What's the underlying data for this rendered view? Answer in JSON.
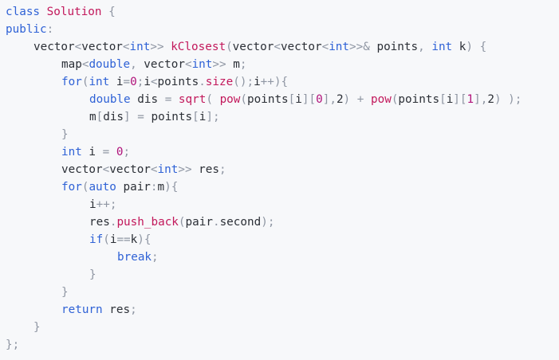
{
  "editor": {
    "background": "#f7f8fa",
    "colors": {
      "plain": "#2b2f36",
      "keyword": "#2f62d6",
      "type": "#a626a4",
      "function": "#c2185b",
      "number": "#b0127a",
      "punctuation": "#8f96a3"
    },
    "lines": [
      {
        "indent": 0,
        "tokens": [
          [
            "kw",
            "class"
          ],
          [
            "plain",
            " "
          ],
          [
            "fn",
            "Solution"
          ],
          [
            "plain",
            " "
          ],
          [
            "punc",
            "{"
          ]
        ]
      },
      {
        "indent": 0,
        "tokens": [
          [
            "kw",
            "public"
          ],
          [
            "punc",
            ":"
          ]
        ]
      },
      {
        "indent": 1,
        "tokens": [
          [
            "plain",
            "vector"
          ],
          [
            "punc",
            "<"
          ],
          [
            "plain",
            "vector"
          ],
          [
            "punc",
            "<"
          ],
          [
            "kw",
            "int"
          ],
          [
            "punc",
            ">>"
          ],
          [
            "plain",
            " "
          ],
          [
            "fn",
            "kClosest"
          ],
          [
            "punc",
            "("
          ],
          [
            "plain",
            "vector"
          ],
          [
            "punc",
            "<"
          ],
          [
            "plain",
            "vector"
          ],
          [
            "punc",
            "<"
          ],
          [
            "kw",
            "int"
          ],
          [
            "punc",
            ">>&"
          ],
          [
            "plain",
            " points"
          ],
          [
            "punc",
            ","
          ],
          [
            "plain",
            " "
          ],
          [
            "kw",
            "int"
          ],
          [
            "plain",
            " k"
          ],
          [
            "punc",
            ")"
          ],
          [
            "plain",
            " "
          ],
          [
            "punc",
            "{"
          ]
        ]
      },
      {
        "indent": 2,
        "tokens": [
          [
            "plain",
            "map"
          ],
          [
            "punc",
            "<"
          ],
          [
            "kw",
            "double"
          ],
          [
            "punc",
            ","
          ],
          [
            "plain",
            " vector"
          ],
          [
            "punc",
            "<"
          ],
          [
            "kw",
            "int"
          ],
          [
            "punc",
            ">>"
          ],
          [
            "plain",
            " m"
          ],
          [
            "punc",
            ";"
          ]
        ]
      },
      {
        "indent": 2,
        "tokens": [
          [
            "kw",
            "for"
          ],
          [
            "punc",
            "("
          ],
          [
            "kw",
            "int"
          ],
          [
            "plain",
            " i"
          ],
          [
            "punc",
            "="
          ],
          [
            "num",
            "0"
          ],
          [
            "punc",
            ";"
          ],
          [
            "plain",
            "i"
          ],
          [
            "punc",
            "<"
          ],
          [
            "plain",
            "points"
          ],
          [
            "punc",
            "."
          ],
          [
            "fn",
            "size"
          ],
          [
            "punc",
            "();"
          ],
          [
            "plain",
            "i"
          ],
          [
            "punc",
            "++){"
          ]
        ]
      },
      {
        "indent": 3,
        "tokens": [
          [
            "kw",
            "double"
          ],
          [
            "plain",
            " dis "
          ],
          [
            "punc",
            "="
          ],
          [
            "plain",
            " "
          ],
          [
            "fn",
            "sqrt"
          ],
          [
            "punc",
            "("
          ],
          [
            "plain",
            " "
          ],
          [
            "fn",
            "pow"
          ],
          [
            "punc",
            "("
          ],
          [
            "plain",
            "points"
          ],
          [
            "punc",
            "["
          ],
          [
            "plain",
            "i"
          ],
          [
            "punc",
            "]["
          ],
          [
            "num",
            "0"
          ],
          [
            "punc",
            "],"
          ],
          [
            "plain",
            "2"
          ],
          [
            "punc",
            ")"
          ],
          [
            "plain",
            " "
          ],
          [
            "punc",
            "+"
          ],
          [
            "plain",
            " "
          ],
          [
            "fn",
            "pow"
          ],
          [
            "punc",
            "("
          ],
          [
            "plain",
            "points"
          ],
          [
            "punc",
            "["
          ],
          [
            "plain",
            "i"
          ],
          [
            "punc",
            "]["
          ],
          [
            "num",
            "1"
          ],
          [
            "punc",
            "],"
          ],
          [
            "plain",
            "2"
          ],
          [
            "punc",
            ")"
          ],
          [
            "plain",
            " "
          ],
          [
            "punc",
            ");"
          ]
        ]
      },
      {
        "indent": 3,
        "tokens": [
          [
            "plain",
            "m"
          ],
          [
            "punc",
            "["
          ],
          [
            "plain",
            "dis"
          ],
          [
            "punc",
            "]"
          ],
          [
            "plain",
            " "
          ],
          [
            "punc",
            "="
          ],
          [
            "plain",
            " points"
          ],
          [
            "punc",
            "["
          ],
          [
            "plain",
            "i"
          ],
          [
            "punc",
            "];"
          ]
        ]
      },
      {
        "indent": 2,
        "tokens": [
          [
            "punc",
            "}"
          ]
        ]
      },
      {
        "indent": 2,
        "tokens": [
          [
            "kw",
            "int"
          ],
          [
            "plain",
            " i "
          ],
          [
            "punc",
            "="
          ],
          [
            "plain",
            " "
          ],
          [
            "num",
            "0"
          ],
          [
            "punc",
            ";"
          ]
        ]
      },
      {
        "indent": 2,
        "tokens": [
          [
            "plain",
            "vector"
          ],
          [
            "punc",
            "<"
          ],
          [
            "plain",
            "vector"
          ],
          [
            "punc",
            "<"
          ],
          [
            "kw",
            "int"
          ],
          [
            "punc",
            ">>"
          ],
          [
            "plain",
            " res"
          ],
          [
            "punc",
            ";"
          ]
        ]
      },
      {
        "indent": 2,
        "tokens": [
          [
            "kw",
            "for"
          ],
          [
            "punc",
            "("
          ],
          [
            "kw",
            "auto"
          ],
          [
            "plain",
            " pair"
          ],
          [
            "punc",
            ":"
          ],
          [
            "plain",
            "m"
          ],
          [
            "punc",
            "){"
          ]
        ]
      },
      {
        "indent": 3,
        "tokens": [
          [
            "plain",
            "i"
          ],
          [
            "punc",
            "++;"
          ]
        ]
      },
      {
        "indent": 3,
        "tokens": [
          [
            "plain",
            "res"
          ],
          [
            "punc",
            "."
          ],
          [
            "fn",
            "push_back"
          ],
          [
            "punc",
            "("
          ],
          [
            "plain",
            "pair"
          ],
          [
            "punc",
            "."
          ],
          [
            "plain",
            "second"
          ],
          [
            "punc",
            ");"
          ]
        ]
      },
      {
        "indent": 3,
        "tokens": [
          [
            "kw",
            "if"
          ],
          [
            "punc",
            "("
          ],
          [
            "plain",
            "i"
          ],
          [
            "punc",
            "=="
          ],
          [
            "plain",
            "k"
          ],
          [
            "punc",
            "){"
          ]
        ]
      },
      {
        "indent": 4,
        "tokens": [
          [
            "kw",
            "break"
          ],
          [
            "punc",
            ";"
          ]
        ]
      },
      {
        "indent": 3,
        "tokens": [
          [
            "punc",
            "}"
          ]
        ]
      },
      {
        "indent": 2,
        "tokens": [
          [
            "punc",
            "}"
          ]
        ]
      },
      {
        "indent": 2,
        "tokens": [
          [
            "kw",
            "return"
          ],
          [
            "plain",
            " res"
          ],
          [
            "punc",
            ";"
          ]
        ]
      },
      {
        "indent": 1,
        "tokens": [
          [
            "punc",
            "}"
          ]
        ]
      },
      {
        "indent": 0,
        "tokens": [
          [
            "punc",
            "};"
          ]
        ]
      }
    ]
  }
}
